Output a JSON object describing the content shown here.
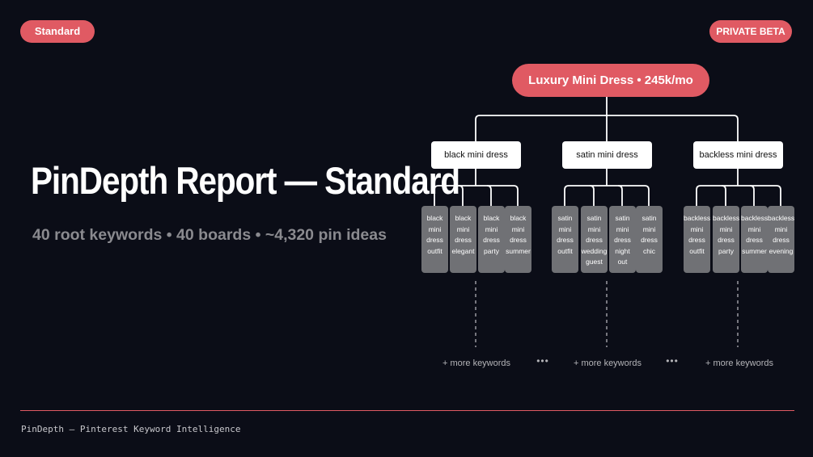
{
  "badges": {
    "tier": "Standard",
    "status": "PRIVATE BETA"
  },
  "title": "PinDepth Report — Standard",
  "subtitle": "40 root keywords • 40 boards • ~4,320 pin ideas",
  "tree": {
    "root": "Luxury Mini Dress • 245k/mo",
    "branches": [
      {
        "label": "black mini dress",
        "leaves": [
          "black mini dress outfit",
          "black mini dress elegant",
          "black mini dress party",
          "black mini dress summer"
        ]
      },
      {
        "label": "satin mini dress",
        "leaves": [
          "satin mini dress outfit",
          "satin mini dress wedding guest",
          "satin mini dress night out",
          "satin mini dress chic"
        ]
      },
      {
        "label": "backless mini dress",
        "leaves": [
          "backless mini dress outfit",
          "backless mini dress party",
          "backless mini dress summer",
          "backless mini dress evening"
        ]
      }
    ],
    "more_label": "+ more keywords",
    "ellipsis": "•••"
  },
  "footer": "PinDepth — Pinterest Keyword Intelligence",
  "colors": {
    "background": "#0b0d17",
    "accent": "#e05a63",
    "leaf": "#707175",
    "muted": "#8a8a8f"
  }
}
